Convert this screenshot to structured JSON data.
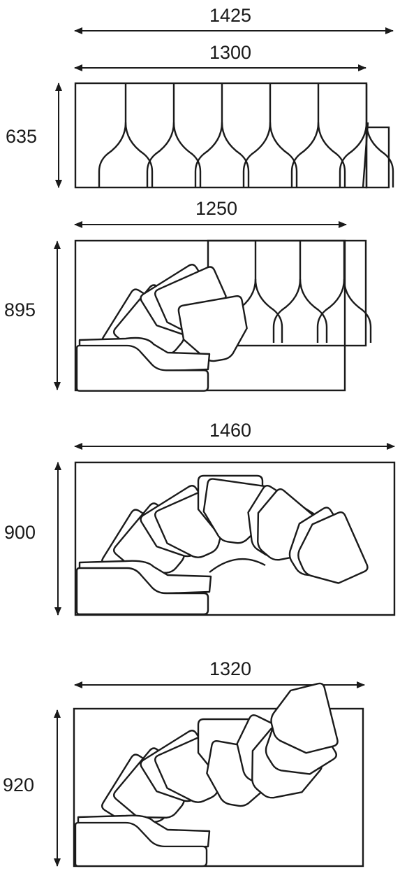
{
  "figure": {
    "diagrams": [
      {
        "id": "straight",
        "width_labels": [
          "1425",
          "1300"
        ],
        "height_label": "635"
      },
      {
        "id": "quarter-turn",
        "width_labels": [
          "1250"
        ],
        "height_label": "895"
      },
      {
        "id": "half-turn",
        "width_labels": [
          "1460"
        ],
        "height_label": "900"
      },
      {
        "id": "spiral",
        "width_labels": [
          "1320"
        ],
        "height_label": "920"
      }
    ],
    "colors": {
      "ink": "#1a1a1a",
      "background": "#ffffff"
    }
  }
}
